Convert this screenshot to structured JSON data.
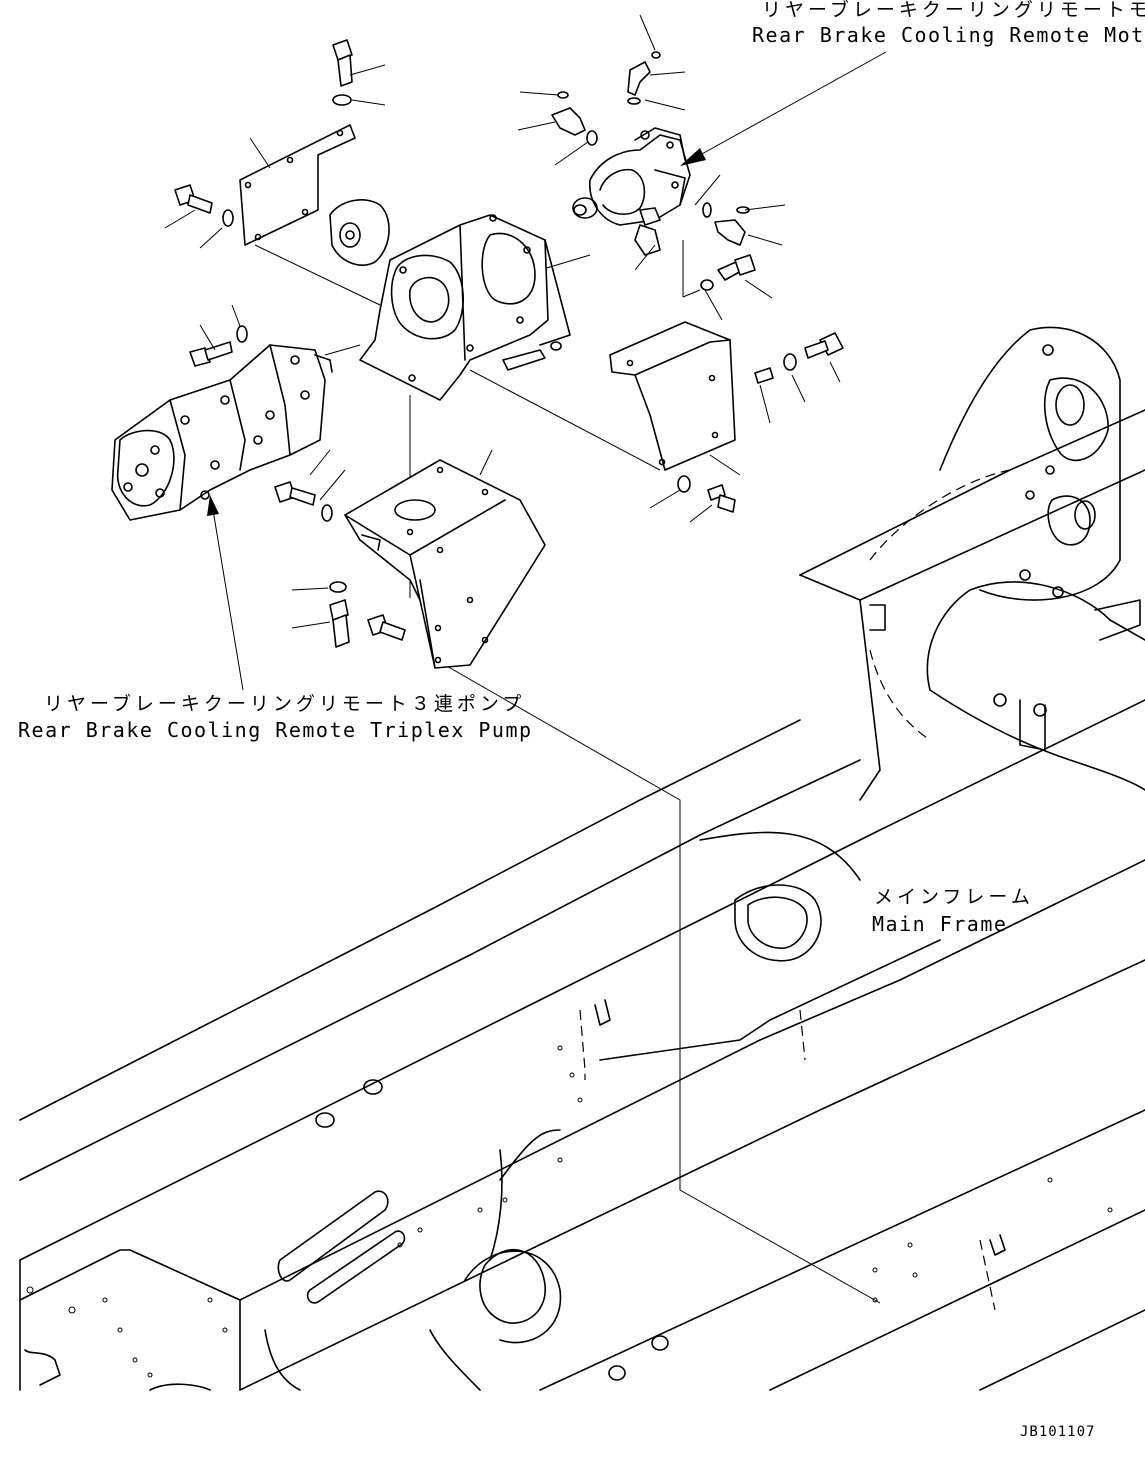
{
  "labels": {
    "motor_jp": "リヤーブレーキクーリングリモートモータ",
    "motor_en": "Rear Brake Cooling Remote Motor",
    "pump_jp": "リヤーブレーキクーリングリモート３連ポンプ",
    "pump_en": "Rear Brake Cooling Remote Triplex Pump",
    "frame_jp": "メインフレーム",
    "frame_en": "Main Frame",
    "drawing_number": "JB101107"
  }
}
